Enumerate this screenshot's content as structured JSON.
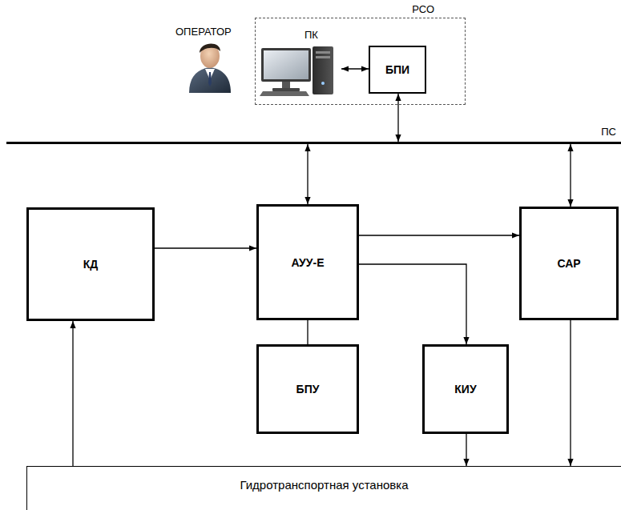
{
  "diagram": {
    "nodes": [
      {
        "text": [
          "РСО"
        ]
      },
      {
        "text": [
          "ПК"
        ],
        "in": 0
      },
      {
        "text": [
          "БПИ"
        ],
        "in": 0
      },
      {
        "text": [
          "ПС"
        ]
      },
      {
        "text": [
          "КД"
        ]
      },
      {
        "text": [
          "АУУ-Е"
        ]
      },
      {
        "text": [
          "САР"
        ]
      },
      {
        "text": [
          "БПУ"
        ]
      },
      {
        "text": [
          "КИУ"
        ]
      },
      {
        "text": [
          "Гидротранспортная установка"
        ]
      }
    ],
    "edges": [
      {
        "from": 1,
        "to": 2,
        "arrow": "both"
      },
      {
        "from": 2,
        "to": 3,
        "arrow": "both"
      },
      {
        "from": 5,
        "to": 3,
        "arrow": "both"
      },
      {
        "from": 6,
        "to": 3,
        "arrow": "both"
      },
      {
        "from": 4,
        "to": 5,
        "arrow": "to"
      },
      {
        "from": 5,
        "to": 6,
        "arrow": "to"
      },
      {
        "from": 5,
        "to": 8,
        "arrow": "to"
      },
      {
        "from": 5,
        "to": 7,
        "arrow": "none"
      },
      {
        "from": 9,
        "to": 4,
        "arrow": "to"
      },
      {
        "from": 8,
        "to": 9,
        "arrow": "to"
      },
      {
        "from": 6,
        "to": 9,
        "arrow": "to"
      }
    ],
    "labels": [
      "ОПЕРАТОР"
    ]
  }
}
